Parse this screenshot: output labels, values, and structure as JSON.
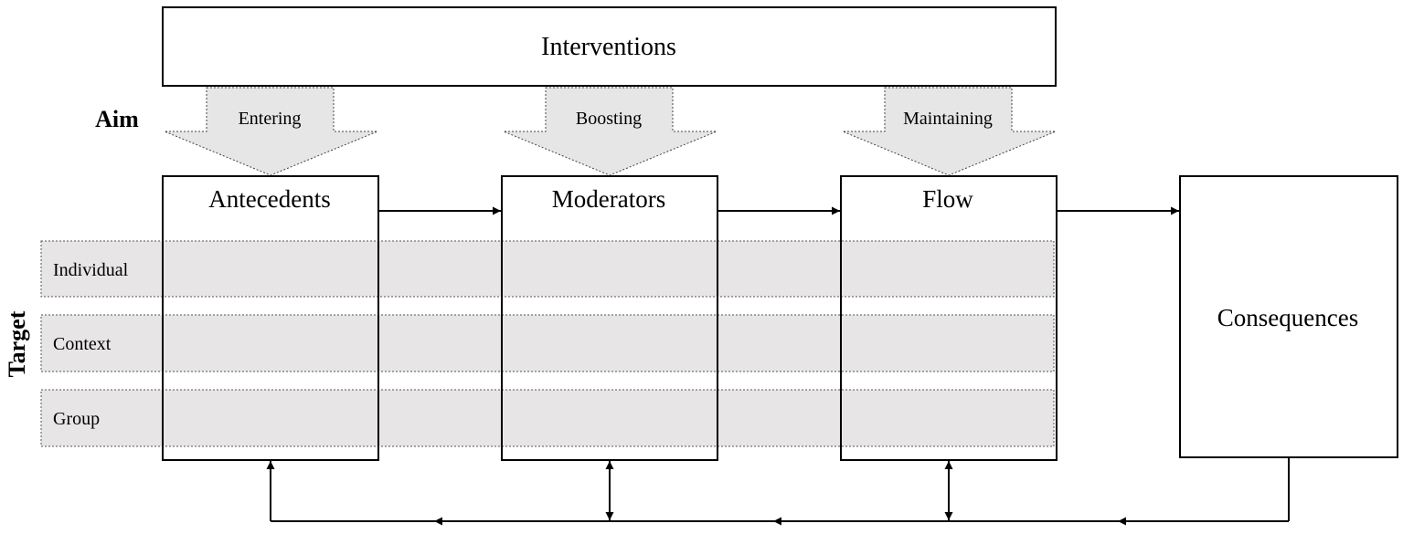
{
  "title_box": "Interventions",
  "aim": {
    "label": "Aim",
    "arrows": [
      "Entering",
      "Boosting",
      "Maintaining"
    ]
  },
  "stages": [
    "Antecedents",
    "Moderators",
    "Flow"
  ],
  "outcome": "Consequences",
  "target": {
    "label": "Target",
    "rows": [
      "Individual",
      "Context",
      "Group"
    ]
  },
  "colors": {
    "band_fill": "#e7e5e6",
    "arrow_fill": "#e6e6e6",
    "line": "#000000"
  }
}
